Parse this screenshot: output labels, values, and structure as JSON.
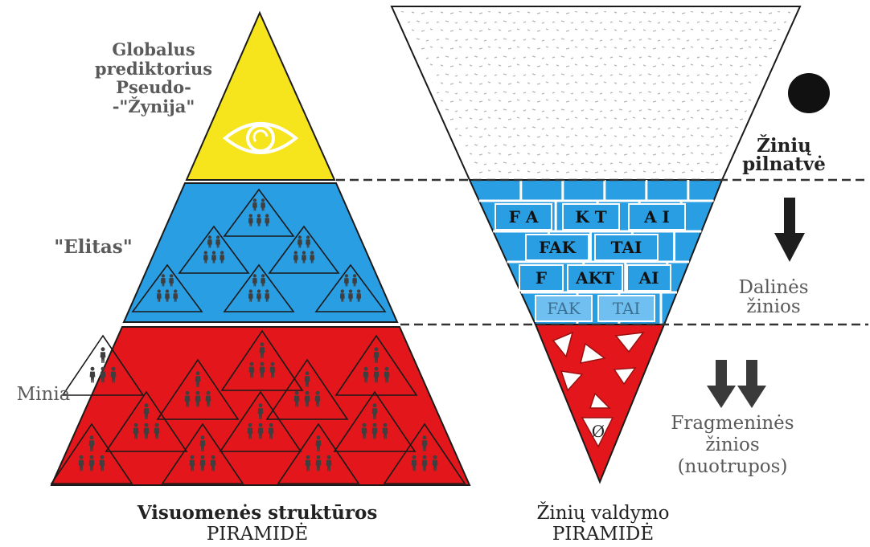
{
  "left_pyramid": {
    "top_label_lines": [
      "Globalus",
      "prediktorius",
      "Pseudo-",
      "-\"Žynija\""
    ],
    "middle_label": "\"Elitas\"",
    "bottom_label": "Minia",
    "caption_line1": "Visuomenės struktūros",
    "caption_line2": "PIRAMIDĖ",
    "colors": {
      "top": "#f6e51d",
      "middle": "#2a9ee3",
      "bottom": "#e3171b",
      "figure": "#3f3f3f"
    },
    "icons": [
      "eye-icon",
      "person-icon"
    ]
  },
  "right_pyramid": {
    "top_label_line1": "Žinių",
    "top_label_line2": "pilnatvė",
    "middle_label_line1": "Dalinės",
    "middle_label_line2": "žinios",
    "bottom_label_lines": [
      "Fragmeninės",
      "žinios",
      "(nuotrupos)"
    ],
    "brick_rows": [
      [
        "F A",
        "K T",
        "A I"
      ],
      [
        "FAK",
        "TAI"
      ],
      [
        "F",
        "AKT",
        "AI"
      ],
      [
        "FAK",
        "TAI"
      ]
    ],
    "empty_set_symbol": "Ø",
    "caption_line1": "Žinių valdymo",
    "caption_line2": "PIRAMIDĖ",
    "colors": {
      "top": "#ffffff",
      "middle": "#2a9ee3",
      "bottom": "#e3171b",
      "dot": "#111111",
      "arrow": "#1e1e1e"
    },
    "icons": [
      "black-circle-icon",
      "down-arrow-icon"
    ]
  }
}
